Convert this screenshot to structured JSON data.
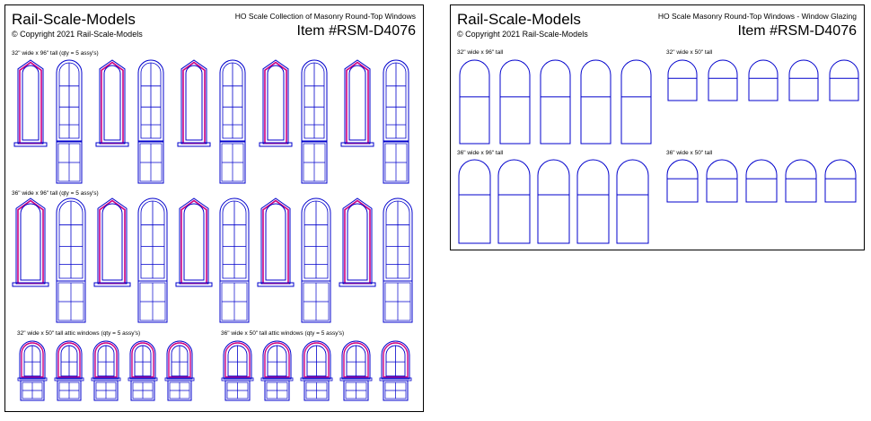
{
  "sheets": [
    {
      "brand": "Rail-Scale-Models",
      "copyright": "© Copyright 2021 Rail-Scale-Models",
      "subtitle": "HO Scale Collection of Masonry Round-Top Windows",
      "item": "Item #RSM-D4076",
      "labels": [
        "32\" wide x 96\" tall (qty = 5 assy's)",
        "36\" wide x 96\" tall (qty = 5 assy's)",
        "32\" wide x 50\" tall attic windows (qty = 5 assy's)",
        "36\" wide x 50\" tall attic windows (qty = 5 assy's)"
      ]
    },
    {
      "brand": "Rail-Scale-Models",
      "copyright": "© Copyright 2021 Rail-Scale-Models",
      "subtitle": "HO Scale Masonry Round-Top Windows - Window Glazing",
      "item": "Item #RSM-D4076",
      "labels": [
        "32\" wide x 96\" tall",
        "32\" wide x 50\" tall",
        "36\" wide x 96\" tall",
        "36\" wide x 50\" tall"
      ]
    }
  ],
  "colors": {
    "outline": "#0000cc",
    "trim": "#cc0080",
    "border": "#000000"
  }
}
